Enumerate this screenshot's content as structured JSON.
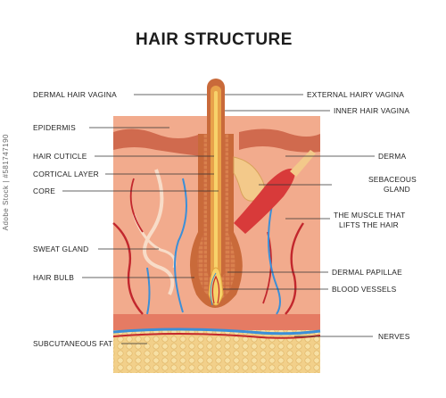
{
  "title": "HAIR STRUCTURE",
  "labels_left": {
    "dermal_hair_vagina": "DERMAL HAIR VAGINA",
    "epidermis": "EPIDERMIS",
    "hair_cuticle": "HAIR CUTICLE",
    "cortical_layer": "CORTICAL LAYER",
    "core": "CORE",
    "sweat_gland": "SWEAT GLAND",
    "hair_bulb": "HAIR BULB",
    "subcutaneous_fat": "SUBCUTANEOUS FAT"
  },
  "labels_right": {
    "external_hairy_vagina": "EXTERNAL HAIRY VAGINA",
    "inner_hair_vagina": "INNER HAIR VAGINA",
    "derma": "DERMA",
    "sebaceous_gland_1": "SEBACEOUS",
    "sebaceous_gland_2": "GLAND",
    "muscle_1": "THE MUSCLE THAT",
    "muscle_2": "LIFTS THE HAIR",
    "dermal_papillae": "DERMAL PAPILLAE",
    "blood_vessels": "BLOOD VESSELS",
    "nerves": "NERVES"
  },
  "watermark": "Adobe Stock | #581747190",
  "colors": {
    "dermis": "#f2ab8d",
    "epidermis": "#d06a4e",
    "hair_outer": "#c96a3a",
    "hair_mid": "#e8a24a",
    "hair_core": "#f7d26a",
    "muscle": "#d83a3a",
    "gland": "#f3c98a",
    "vessel_red": "#c2272d",
    "vessel_blue": "#3b8fd8",
    "fat": "#f2d08a"
  }
}
